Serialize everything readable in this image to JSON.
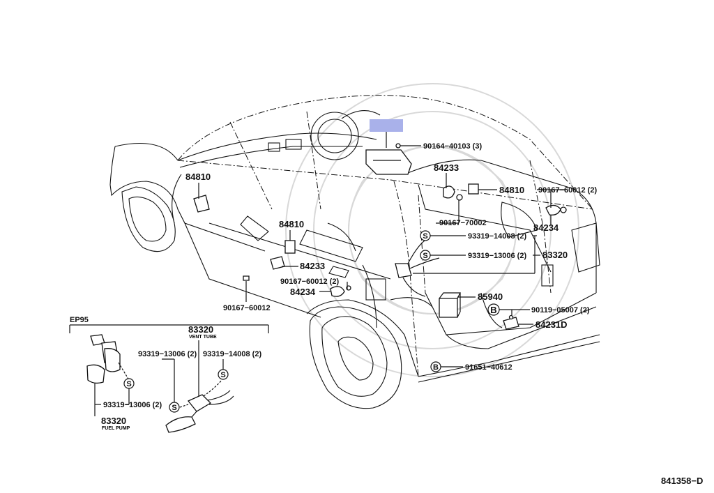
{
  "labels": {
    "p90164_40103": "90164−40103 (3)",
    "p84233_a": "84233",
    "p84810_a": "84810",
    "p84810_b": "84810",
    "p84810_c": "84810",
    "p90167_60012_2a": "90167−60012 (2)",
    "p90167_70002": "90167−70002",
    "p84234_a": "84234",
    "p93319_14008_2a": "93319−14008 (2)",
    "p93319_13006_2a": "93319−13006 (2)",
    "p83320_a": "83320",
    "p84233_b": "84233",
    "p90167_60012_2b": "90167−60012 (2)",
    "p84234_b": "84234",
    "p85940": "85940",
    "p90119_05007": "90119−05007 (2)",
    "p84231d": "84231D",
    "p90167_60012": "90167−60012",
    "p91651_40612": "91651−40612",
    "ep95": "EP95",
    "p83320_vent": "83320",
    "vent_tube": "VENT TUBE",
    "p93319_13006_2b": "93319−13006 (2)",
    "p93319_14008_2b": "93319−14008 (2)",
    "p93319_13006_2c": "93319−13006 (2)",
    "p83320_fuel": "83320",
    "fuel_pump": "FUEL PUMP",
    "diagram_id": "841358−D",
    "s_mark": "S",
    "b_mark": "B"
  },
  "colors": {
    "highlight": "#a9b1ea",
    "line": "#111111",
    "watermark": "#d8d8d8"
  }
}
